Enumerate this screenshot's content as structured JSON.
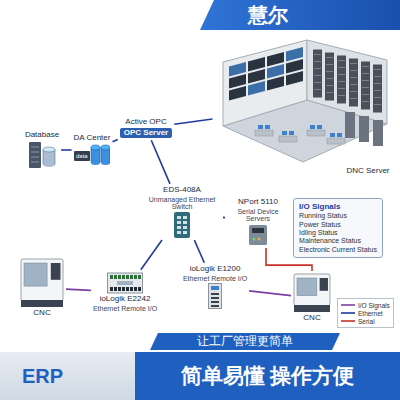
{
  "diagram": {
    "nodes": [
      {
        "text": [
          "慧尔"
        ]
      },
      {
        "text": [
          "Database"
        ]
      },
      {
        "text": [
          "DA Center"
        ]
      },
      {
        "text": [
          "Active OPC",
          "OPC Server"
        ]
      },
      {
        "text": [
          "DNC Server"
        ]
      },
      {
        "text": [
          "EDS-408A",
          "Unmanaged Ethernet Switch"
        ]
      },
      {
        "text": [
          "NPort 5110",
          "Serial Device Servers"
        ]
      },
      {
        "text": [
          "ioLogik E2242",
          "Ethernet Remote I/O"
        ]
      },
      {
        "text": [
          "ioLogik E1200",
          "Ethernet Remote I/O"
        ]
      },
      {
        "text": [
          "I/O Signals",
          "Running Status",
          "Power Status",
          "Idling Status",
          "Maintenance Status",
          "Electronic Current Status"
        ]
      },
      {
        "text": [
          "CNC"
        ]
      },
      {
        "text": [
          "CNC"
        ]
      },
      {
        "text": [
          "让工厂管理更简单"
        ]
      },
      {
        "text": [
          "ERP"
        ]
      },
      {
        "text": [
          "简单易懂 操作方便"
        ]
      }
    ],
    "edges": [
      {
        "from": 1,
        "to": 2,
        "arrow": "none"
      },
      {
        "from": 2,
        "to": 3,
        "arrow": "none"
      },
      {
        "from": 3,
        "to": 4,
        "arrow": "none"
      },
      {
        "from": 3,
        "to": 5,
        "arrow": "none"
      },
      {
        "from": 5,
        "to": 6,
        "arrow": "none"
      },
      {
        "from": 5,
        "to": 7,
        "arrow": "none"
      },
      {
        "from": 5,
        "to": 8,
        "arrow": "none"
      },
      {
        "from": 7,
        "to": 10,
        "arrow": "none"
      },
      {
        "from": 8,
        "to": 11,
        "arrow": "none"
      },
      {
        "from": 6,
        "to": 11,
        "arrow": "none"
      }
    ],
    "labels": [
      "data"
    ],
    "legend": [
      {
        "text": "I/O Signals"
      },
      {
        "text": "Ethernet"
      },
      {
        "text": "Serial"
      }
    ]
  }
}
